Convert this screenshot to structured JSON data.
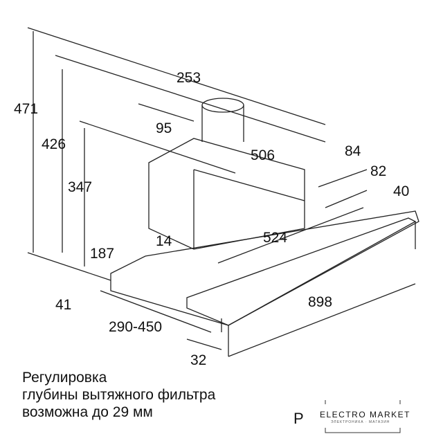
{
  "dimensions": {
    "d471": "471",
    "d426": "426",
    "d347": "347",
    "d253": "253",
    "d95": "95",
    "d506": "506",
    "d84": "84",
    "d82": "82",
    "d40": "40",
    "d524": "524",
    "d187": "187",
    "d14": "14",
    "d41": "41",
    "d898": "898",
    "d290_450": "290-450",
    "d32": "32"
  },
  "caption": {
    "line1": "Регулировка",
    "line2": "глубины вытяжного фильтра",
    "line3": "возможна до 29 мм"
  },
  "watermark": {
    "letter": "P",
    "brand": "ELECTRO MARKET",
    "sub": "ЭЛЕКТРОНИКА · МАГАЗИН"
  }
}
